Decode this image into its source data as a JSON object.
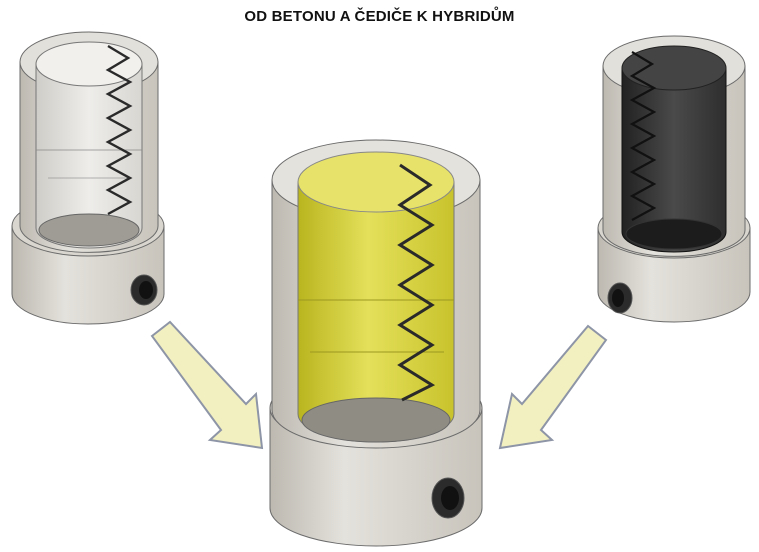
{
  "title": "OD BETONU A ČEDIČE K HYBRIDŮM",
  "colors": {
    "shell": "#d6d3cc",
    "shell_dark": "#a9a59d",
    "shell_light": "#e9e7e2",
    "outline": "#6b6b6b",
    "concrete_liner": "#e6e5e1",
    "hybrid_liner": "#d8d43a",
    "basalt_liner": "#3a3a3a",
    "spring": "#2a2a2a",
    "arrow_fill": "#f2efc0",
    "arrow_stroke": "#8d95a6"
  },
  "parts": [
    {
      "name": "concrete-lined-pipe",
      "liner": "concrete_liner"
    },
    {
      "name": "hybrid-lined-pipe",
      "liner": "hybrid_liner"
    },
    {
      "name": "basalt-lined-pipe",
      "liner": "basalt_liner"
    }
  ]
}
